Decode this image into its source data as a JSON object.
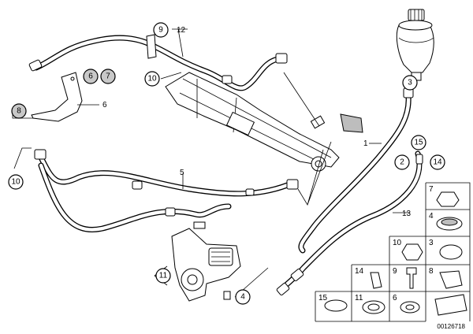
{
  "figure": {
    "reference_number": "00126718"
  },
  "callouts": {
    "c1": "1",
    "c2": "2",
    "c3": "3",
    "c4": "4",
    "c5": "5",
    "c6": "6",
    "c6b": "6",
    "c7": "7",
    "c8": "8",
    "c9": "9",
    "c10a": "10",
    "c10b": "10",
    "c11": "11",
    "c12": "12",
    "c13": "13",
    "c14": "14",
    "c15": "15"
  },
  "parts_grid": {
    "g7": "7",
    "g4": "4",
    "g10": "10",
    "g3": "3",
    "g14": "14",
    "g9": "9",
    "g8": "8",
    "g15": "15",
    "g11": "11",
    "g6": "6"
  }
}
